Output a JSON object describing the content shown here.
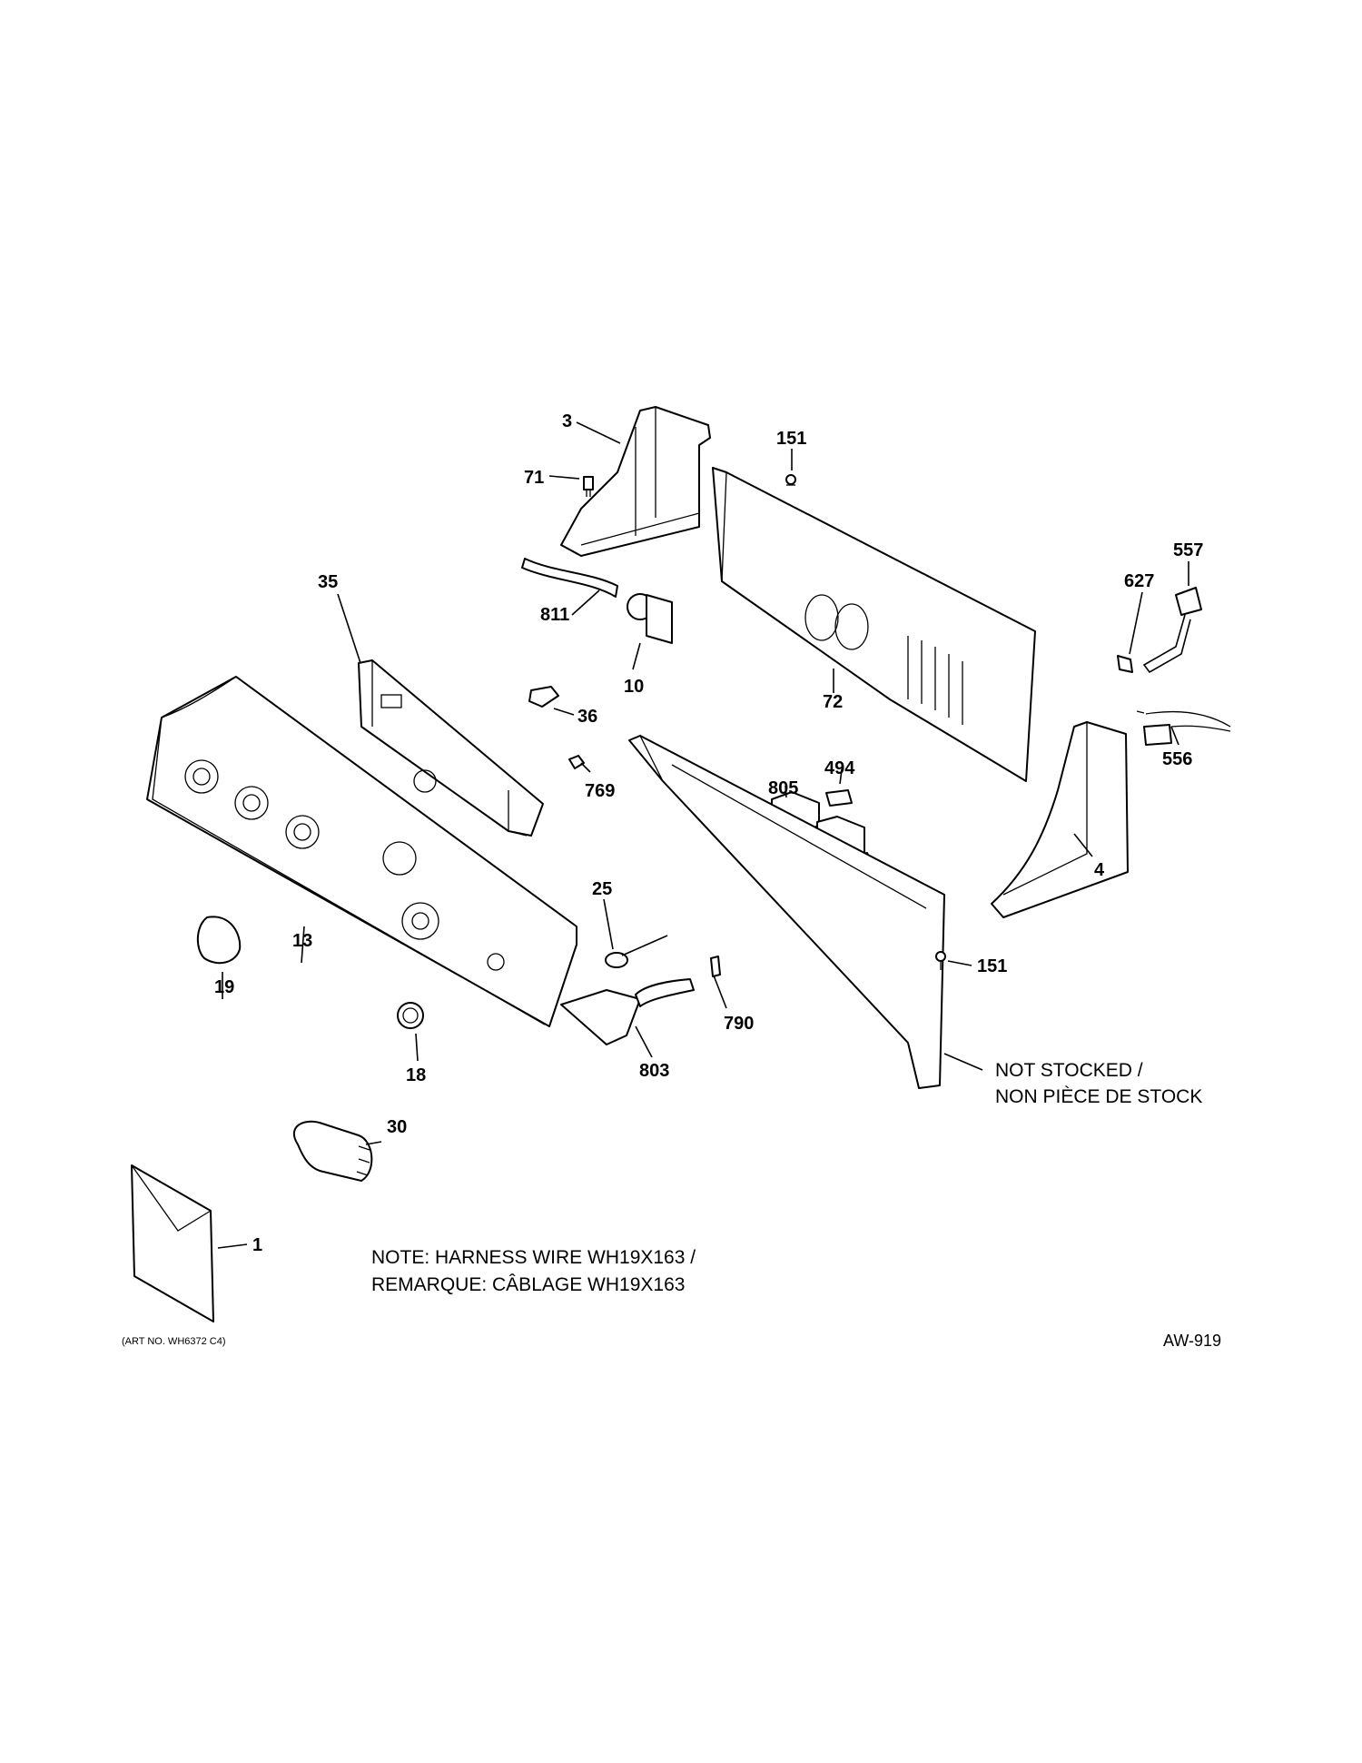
{
  "callouts": {
    "c3": "3",
    "c71": "71",
    "c151a": "151",
    "c557": "557",
    "c627": "627",
    "c811": "811",
    "c35": "35",
    "c10": "10",
    "c72": "72",
    "c36": "36",
    "c494": "494",
    "c556": "556",
    "c769": "769",
    "c805": "805",
    "c4": "4",
    "c25": "25",
    "c13": "13",
    "c19": "19",
    "c151b": "151",
    "c790": "790",
    "c803": "803",
    "c18": "18",
    "c30": "30",
    "c1": "1"
  },
  "notes": {
    "not_stocked_1": "NOT STOCKED /",
    "not_stocked_2": "NON PIÈCE DE STOCK",
    "harness_1": "NOTE: HARNESS WIRE WH19X163 /",
    "harness_2": "REMARQUE: CÂBLAGE WH19X163",
    "art_no": "(ART NO. WH6372 C4)",
    "drawing_id": "AW-919"
  }
}
